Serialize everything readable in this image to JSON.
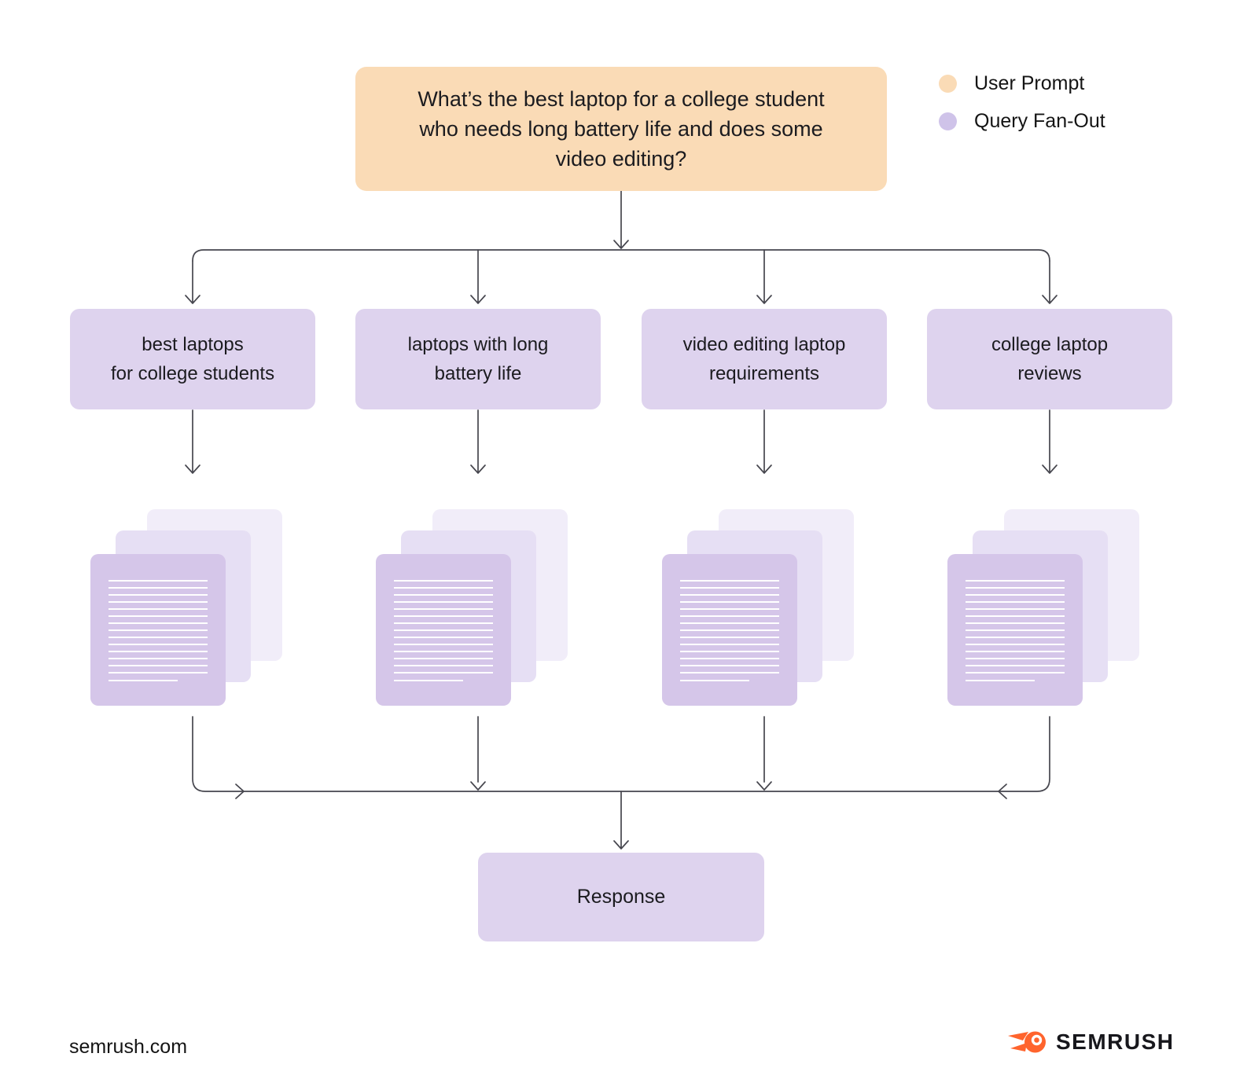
{
  "diagram_title": "Query Fan-Out flow",
  "prompt": {
    "text": "What’s the best laptop for a college student\nwho needs long battery life and does some\nvideo editing?"
  },
  "legend": {
    "items": [
      {
        "label": "User Prompt",
        "color": "#fadbb6"
      },
      {
        "label": "Query Fan-Out",
        "color": "#cfc3e9"
      }
    ]
  },
  "queries": [
    {
      "label": "best laptops\nfor college students"
    },
    {
      "label": "laptops with long\nbattery life"
    },
    {
      "label": "video editing laptop\nrequirements"
    },
    {
      "label": "college laptop\nreviews"
    }
  ],
  "response": {
    "label": "Response"
  },
  "footer": {
    "site": "semrush.com",
    "brand": "SEMRUSH"
  },
  "colors": {
    "user_prompt_fill": "#fadbb6",
    "query_fill": "#ded3ee",
    "document_front": "#d5c6e9",
    "document_middle": "#e6dff4",
    "document_back": "#f1edf9",
    "connector": "#46464e",
    "brand_orange": "#ff642d",
    "background": "#ffffff"
  }
}
